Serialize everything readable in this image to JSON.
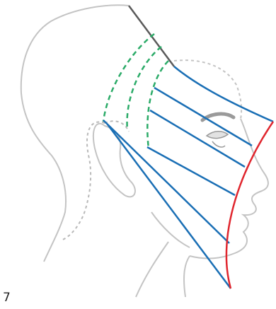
{
  "figure": {
    "number": "7"
  },
  "illustration": {
    "subject": "head-profile-facing-right",
    "colors": {
      "outline": "#c4c4c4",
      "ear_hidden": "#b9b9b9",
      "parting": "#5a5a5a",
      "sections": "#2bab68",
      "guides": "#1a6fb5",
      "cut_line": "#e0262e",
      "eye": "#9a9a9a"
    },
    "section_line_count": 3,
    "guide_line_count": 6
  }
}
